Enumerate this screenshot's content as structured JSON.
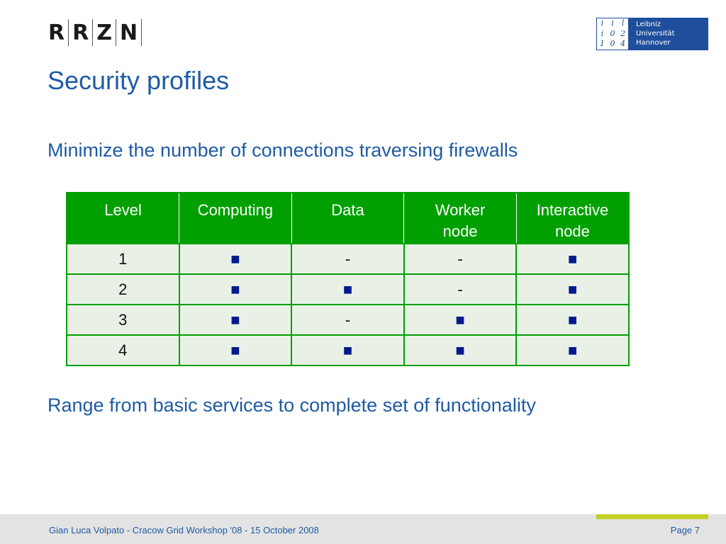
{
  "header": {
    "rrzn_letters": [
      "R",
      "R",
      "Z",
      "N"
    ],
    "university_mark": [
      "i",
      "i",
      "l",
      "i",
      "0",
      "2",
      "1",
      "0",
      "4"
    ],
    "university_name": [
      "Leibniz",
      "Universität",
      "Hannover"
    ]
  },
  "slide": {
    "title": "Security profiles",
    "bullet_1": "Minimize the number of connections traversing firewalls",
    "bullet_2": "Range from basic services to complete set of functionality"
  },
  "table": {
    "headers": [
      "Level",
      "Computing",
      "Data",
      "Worker node",
      "Interactive node"
    ],
    "rows": [
      [
        "1",
        "■",
        "-",
        "-",
        "■"
      ],
      [
        "2",
        "■",
        "■",
        "-",
        "■"
      ],
      [
        "3",
        "■",
        "-",
        "■",
        "■"
      ],
      [
        "4",
        "■",
        "■",
        "■",
        "■"
      ]
    ]
  },
  "footer": {
    "left": "Gian Luca Volpato - Cracow Grid Workshop '08 - 15 October 2008",
    "right": "Page 7"
  },
  "colors": {
    "title_blue": "#1f5ba3",
    "table_green": "#00a000",
    "cell_bg": "#e9f1e7",
    "mark_blue": "#001a8c",
    "logo_blue": "#1f4e9c",
    "accent_lime": "#c2d12a"
  }
}
